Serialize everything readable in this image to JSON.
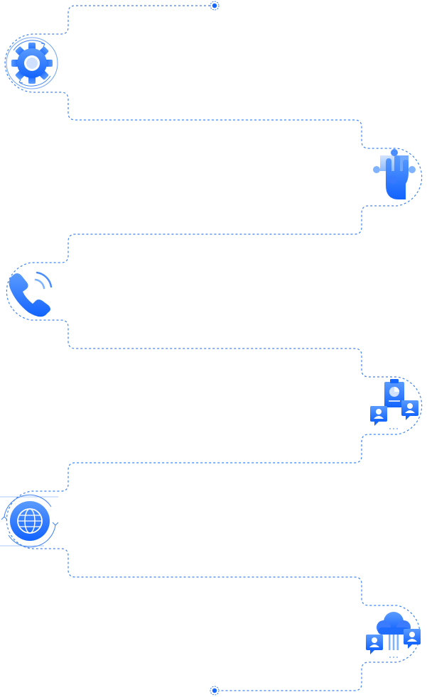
{
  "colors": {
    "primary": "#1565ff",
    "light": "#7fb2ff",
    "lighter": "#b6d3ff",
    "line": "#3f83f8"
  },
  "steps": [
    {
      "icon": "gear-icon",
      "side": "left"
    },
    {
      "icon": "hand-puzzle-icon",
      "side": "right"
    },
    {
      "icon": "phone-call-icon",
      "side": "left"
    },
    {
      "icon": "clipboard-users-icon",
      "side": "right"
    },
    {
      "icon": "globe-sync-icon",
      "side": "left"
    },
    {
      "icon": "cloud-users-icon",
      "side": "right"
    }
  ]
}
